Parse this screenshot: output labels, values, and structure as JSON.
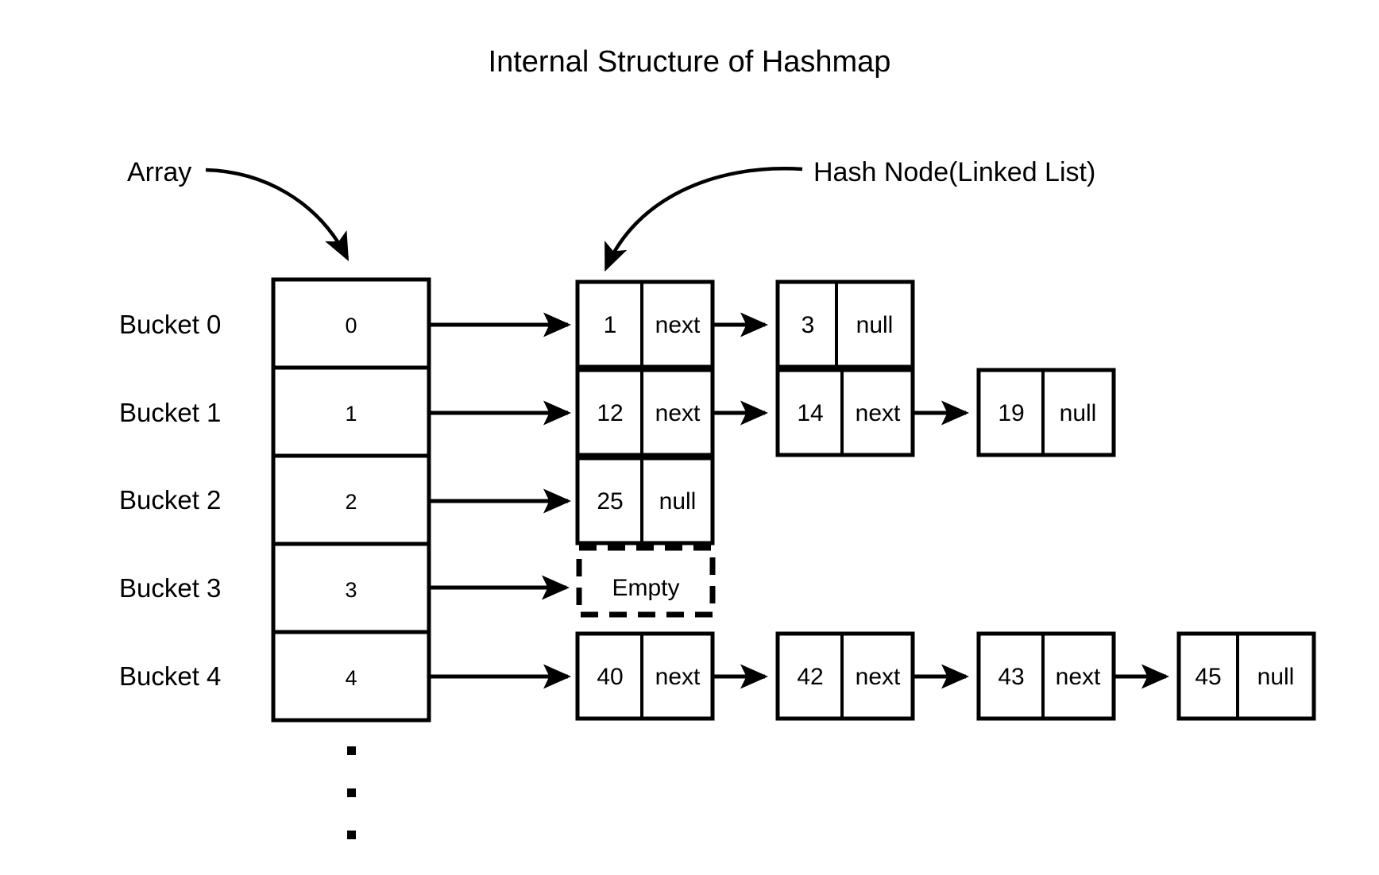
{
  "title": "Internal Structure of Hashmap",
  "callouts": {
    "array_label": "Array",
    "hashnode_label": "Hash Node(Linked List)"
  },
  "colors": {
    "stroke": "#000000",
    "background": "#ffffff",
    "text": "#000000"
  },
  "array": {
    "name": "bucket-array",
    "cells": [
      {
        "bucket_label": "Bucket 0",
        "index_value": "0"
      },
      {
        "bucket_label": "Bucket 1",
        "index_value": "1"
      },
      {
        "bucket_label": "Bucket 2",
        "index_value": "2"
      },
      {
        "bucket_label": "Bucket 3",
        "index_value": "3"
      },
      {
        "bucket_label": "Bucket 4",
        "index_value": "4"
      }
    ],
    "continuation_dots": [
      "·",
      "·",
      "·"
    ]
  },
  "chains": [
    {
      "bucket": "Bucket 0",
      "empty": false,
      "nodes": [
        {
          "key": "1",
          "next": "next"
        },
        {
          "key": "3",
          "next": "null"
        }
      ]
    },
    {
      "bucket": "Bucket 1",
      "empty": false,
      "nodes": [
        {
          "key": "12",
          "next": "next"
        },
        {
          "key": "14",
          "next": "next"
        },
        {
          "key": "19",
          "next": "null"
        }
      ]
    },
    {
      "bucket": "Bucket 2",
      "empty": false,
      "nodes": [
        {
          "key": "25",
          "next": "null"
        }
      ]
    },
    {
      "bucket": "Bucket 3",
      "empty": true,
      "empty_label": "Empty",
      "nodes": []
    },
    {
      "bucket": "Bucket 4",
      "empty": false,
      "nodes": [
        {
          "key": "40",
          "next": "next"
        },
        {
          "key": "42",
          "next": "next"
        },
        {
          "key": "43",
          "next": "next"
        },
        {
          "key": "45",
          "next": "null"
        }
      ]
    }
  ]
}
